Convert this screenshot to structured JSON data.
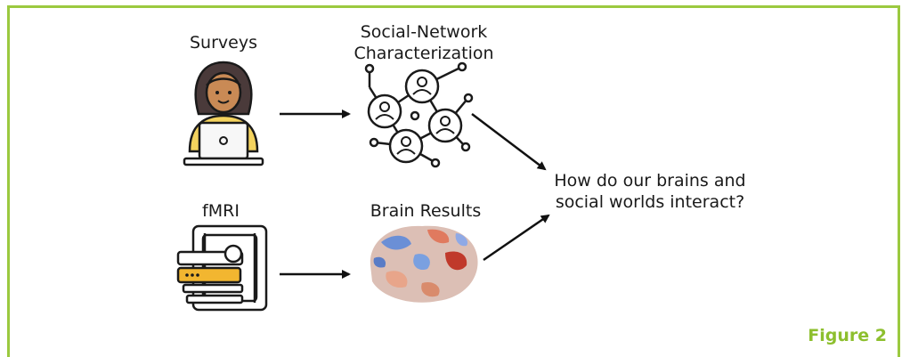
{
  "figure_label": "Figure 2",
  "nodes": {
    "surveys": "Surveys",
    "social_network": "Social-Network\nCharacterization",
    "fmri": "fMRI",
    "brain_results": "Brain Results",
    "question": "How do our brains and\nsocial worlds interact?"
  },
  "colors": {
    "frame": "#9bc93f",
    "figure_label": "#8dbf2e",
    "skin": "#c98a55",
    "laptop": "#f4d35e",
    "scanner_accent": "#f2b630"
  }
}
